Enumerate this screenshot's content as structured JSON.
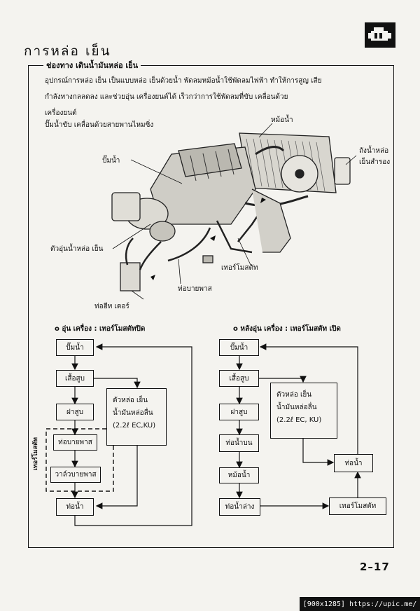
{
  "header": {
    "title": "การหล่อ เย็น",
    "page_number": "2–17",
    "logo_icon": "engine-icon"
  },
  "section": {
    "title": "ช่องทาง เดินน้ำมันหล่อ เย็น",
    "intro": [
      "อุปกรณ์การหล่อ เย็น เป็นแบบหล่อ เย็นด้วยน้ำ   พัดลมหม้อน้ำใช้พัดลมไฟฟ้า  ทำให้การสูญ เสีย",
      "กำลังทางกลลดลง        และช่วยอุ่น เครื่องยนต์ได้ เร็วกว่าการใช้พัดลมที่ขับ เคลื่อนด้วย",
      "เครื่องยนต์",
      "ปั๊มน้ำขับ เคลื่อนด้วยสายพานไหมซิ่ง"
    ]
  },
  "diagram_labels": {
    "radiator": "หม้อน้ำ",
    "reserve_tank_1": "ถังน้ำหล่อ",
    "reserve_tank_2": "เย็นสำรอง",
    "water_pump": "ปั๊มน้ำ",
    "coolant_heater": "ตัวอุ่นน้ำหล่อ เย็น",
    "thermostat": "เทอร์โมสตัท",
    "bypass_pipe": "ท่อบายพาส",
    "heater_pipe": "ท่อฮีท เตอร์"
  },
  "flow_left": {
    "heading": "o  อุ่น เครื่อง  :  เทอร์โมสตัทปิด",
    "pump": "ปั๊มน้ำ",
    "block": "เสื้อสูบ",
    "head": "ฝาสูบ",
    "bypass_pipe": "ท่อบายพาส",
    "bypass_valve": "วาล์วบายพาส",
    "pipe": "ท่อน้ำ",
    "cooler_1": "ตัวหล่อ เย็น",
    "cooler_2": "น้ำมันหล่อลื่น",
    "cooler_3": "(2.2ℓ EC,KU)",
    "vertical_label": "เทอร์โมสตัท"
  },
  "flow_right": {
    "heading": "o  หลังอุ่น เครื่อง  :  เทอร์โมสตัท เปิด",
    "pump": "ปั๊มน้ำ",
    "block": "เสื้อสูบ",
    "head": "ฝาสูบ",
    "upper_pipe": "ท่อน้ำบน",
    "radiator": "หม้อน้ำ",
    "lower_pipe": "ท่อน้ำล่าง",
    "pipe": "ท่อน้ำ",
    "thermostat": "เทอร์โมสตัท",
    "cooler_1": "ตัวหล่อ เย็น",
    "cooler_2": "น้ำมันหล่อลื่น",
    "cooler_3": "(2.2ℓ EC, KU)"
  },
  "footer": {
    "text": "[900x1285] https://upic.me/"
  }
}
